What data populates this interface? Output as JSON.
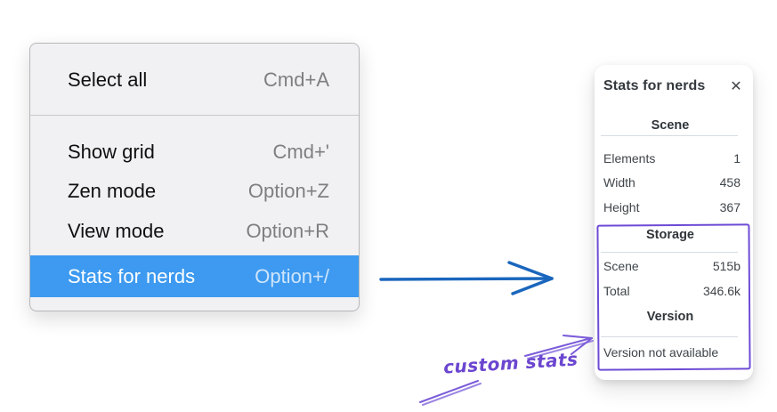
{
  "menu": {
    "items": [
      {
        "label": "Select all",
        "shortcut": "Cmd+A"
      },
      {
        "label": "Show grid",
        "shortcut": "Cmd+'"
      },
      {
        "label": "Zen mode",
        "shortcut": "Option+Z"
      },
      {
        "label": "View mode",
        "shortcut": "Option+R"
      },
      {
        "label": "Stats for nerds",
        "shortcut": "Option+/",
        "selected": true
      }
    ]
  },
  "stats_panel": {
    "title": "Stats for nerds",
    "close_glyph": "✕",
    "sections": [
      {
        "heading": "Scene",
        "rows": [
          {
            "label": "Elements",
            "value": "1"
          },
          {
            "label": "Width",
            "value": "458"
          },
          {
            "label": "Height",
            "value": "367"
          }
        ]
      },
      {
        "heading": "Storage",
        "rows": [
          {
            "label": "Scene",
            "value": "515b"
          },
          {
            "label": "Total",
            "value": "346.6k"
          }
        ]
      },
      {
        "heading": "Version",
        "note": "Version not available"
      }
    ]
  },
  "annotation": {
    "label": "custom stats"
  },
  "colors": {
    "menu_background": "#f1f1f3",
    "menu_highlight": "#3d9af0",
    "menu_shortcut": "#7f7f82",
    "panel_text": "#3f454a",
    "arrow_blue": "#1a66bd",
    "annotation_purple": "#6e4bd5"
  }
}
